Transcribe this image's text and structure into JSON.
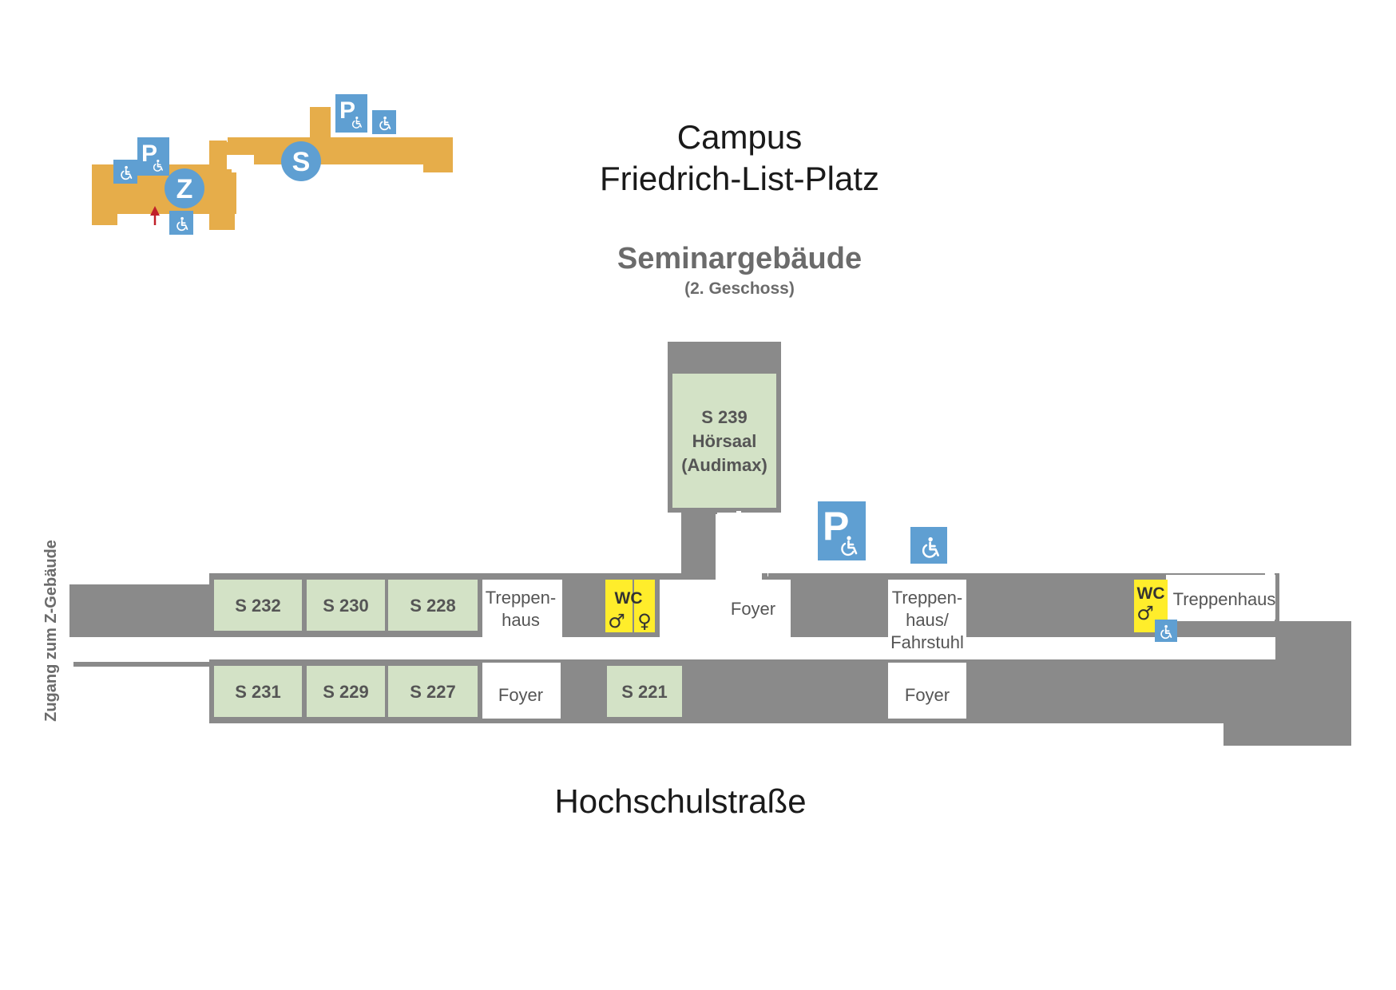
{
  "header": {
    "campus_line1": "Campus",
    "campus_line2": "Friedrich-List-Platz",
    "building": "Seminargebäude",
    "floor": "(2. Geschoss)"
  },
  "minimap": {
    "markers": {
      "z": "Z",
      "s": "S",
      "p": "P"
    }
  },
  "rooms": {
    "s232": "S 232",
    "s230": "S 230",
    "s228": "S 228",
    "s231": "S 231",
    "s229": "S 229",
    "s227": "S 227",
    "s221": "S 221",
    "s239_number": "S 239",
    "s239_name": "Hörsaal",
    "s239_note": "(Audimax)"
  },
  "labels": {
    "treppenhaus_left_1": "Treppen-",
    "treppenhaus_left_2": "haus",
    "foyer_left": "Foyer",
    "foyer_center": "Foyer",
    "treppenhaus_mid_1": "Treppen-",
    "treppenhaus_mid_2": "haus/",
    "treppenhaus_mid_3": "Fahrstuhl",
    "foyer_right": "Foyer",
    "treppenhaus_right": "Treppenhaus",
    "wc": "WC",
    "male_symbol": "♂",
    "female_symbol": "♀",
    "parking": "P"
  },
  "side_label": "Zugang zum Z-Gebäude",
  "street": "Hochschulstraße",
  "colors": {
    "wall": "#8a8a8a",
    "room": "#d3e2c6",
    "minimap": "#e6ad4a",
    "marker": "#5f9fd2",
    "wc": "#ffed2b",
    "arrow": "#c0202a"
  },
  "icons": [
    "parking-icon",
    "wheelchair-icon",
    "wc-male-icon",
    "wc-female-icon",
    "up-arrow-icon"
  ]
}
